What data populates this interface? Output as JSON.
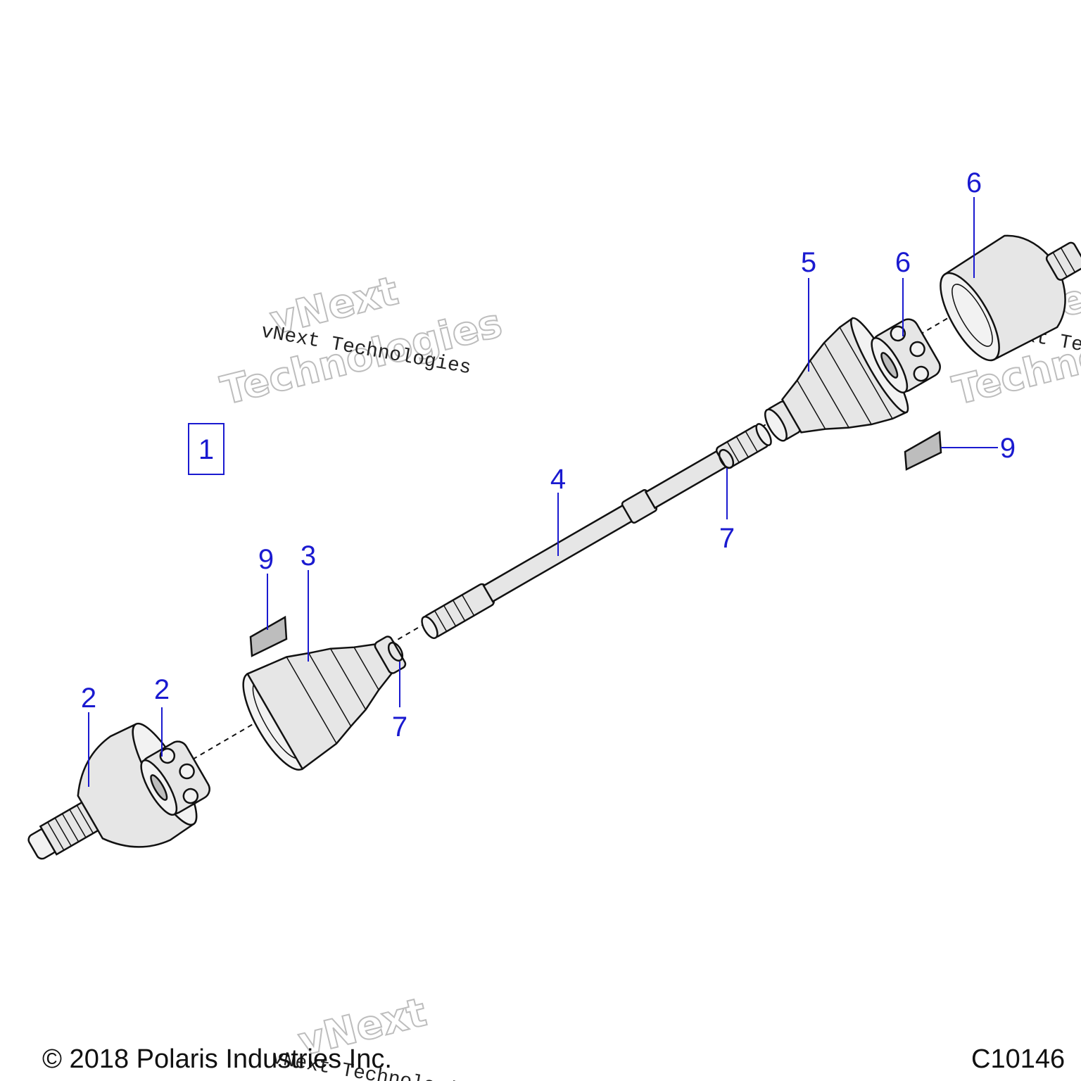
{
  "diagram": {
    "callouts": {
      "kit": "1",
      "outer_housing": "2",
      "outer_cage": "2",
      "outer_boot": "3",
      "shaft": "4",
      "inner_boot": "5",
      "inner_cage": "6",
      "inner_housing": "6",
      "ring_left": "7",
      "ring_right": "7",
      "packet_left": "9",
      "packet_right": "9"
    },
    "callout_color": "#1a1ad0",
    "watermarks": {
      "word1": "vNext",
      "word2": "Technologies",
      "line": "vNext Technologies"
    }
  },
  "footer": {
    "copyright": "© 2018 Polaris Industries Inc.",
    "code": "C10146"
  }
}
